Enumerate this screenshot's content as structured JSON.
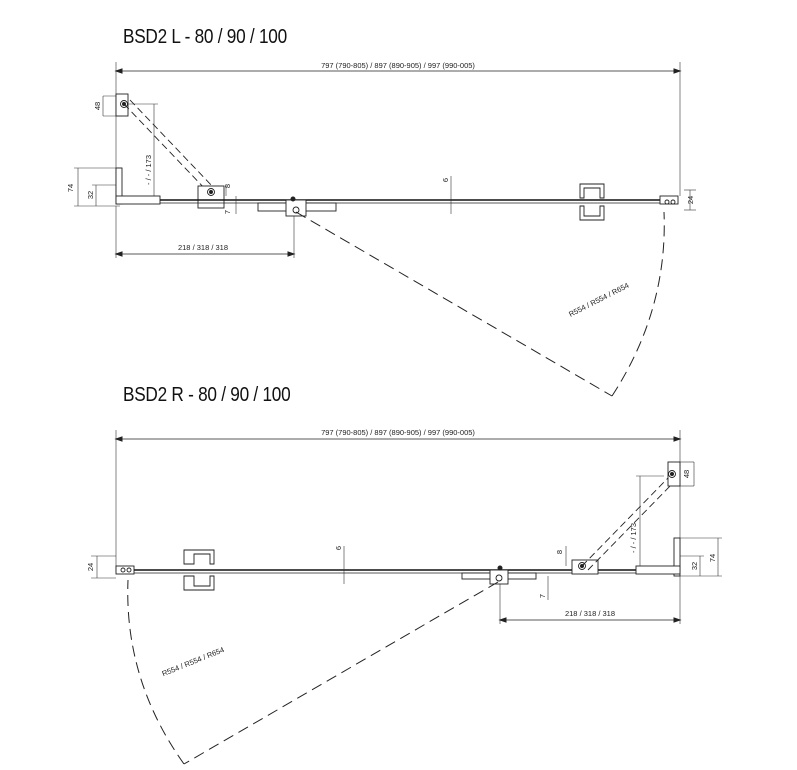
{
  "left_view": {
    "title": "BSD2 L - 80 / 90 / 100",
    "dim_width": "797 (790-805) / 897 (890-905) / 997 (990-005)",
    "dim_open": "218 / 318 / 318",
    "dim_radius": "R554 / R554 / R654",
    "dim_diag": "- / - / 173",
    "dim_48": "48",
    "dim_74": "74",
    "dim_32": "32",
    "dim_8": "8",
    "dim_7": "7",
    "dim_6": "6",
    "dim_24": "24"
  },
  "right_view": {
    "title": "BSD2 R - 80 / 90 / 100",
    "dim_width": "797 (790-805) / 897 (890-905) / 997 (990-005)",
    "dim_open": "218 / 318 / 318",
    "dim_radius": "R554 / R554 / R654",
    "dim_diag": "- / - / 173",
    "dim_48": "48",
    "dim_74": "74",
    "dim_32": "32",
    "dim_8": "8",
    "dim_7": "7",
    "dim_6": "6",
    "dim_24": "24"
  }
}
